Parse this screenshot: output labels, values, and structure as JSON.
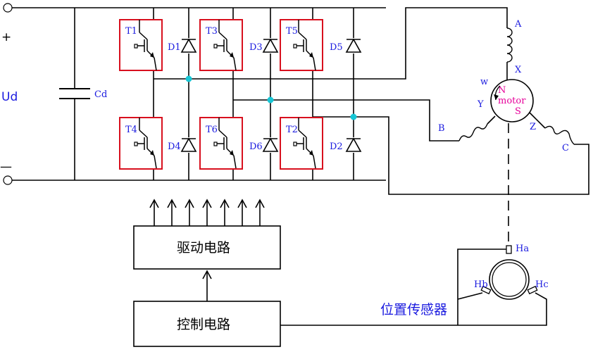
{
  "supply": {
    "plus": "+",
    "minus": "—",
    "voltage": "Ud",
    "capacitor": "Cd"
  },
  "switches": [
    "T1",
    "T3",
    "T5",
    "T4",
    "T6",
    "T2"
  ],
  "diodes": [
    "D1",
    "D3",
    "D5",
    "D4",
    "D6",
    "D2"
  ],
  "motor": {
    "label": "motor",
    "north": "N",
    "south": "S",
    "omega": "w",
    "phase_a": "A",
    "phase_b": "B",
    "phase_c": "C",
    "end_x": "X",
    "end_y": "Y",
    "end_z": "Z"
  },
  "sensors": {
    "ha": "Ha",
    "hb": "Hb",
    "hc": "Hc",
    "label": "位置传感器"
  },
  "blocks": {
    "driver": "驱动电路",
    "control": "控制电路"
  },
  "colors": {
    "switch_box": "#d8101e",
    "label": "#1a1adf",
    "motor_label": "#e6009a",
    "node": "#17c7d6"
  }
}
